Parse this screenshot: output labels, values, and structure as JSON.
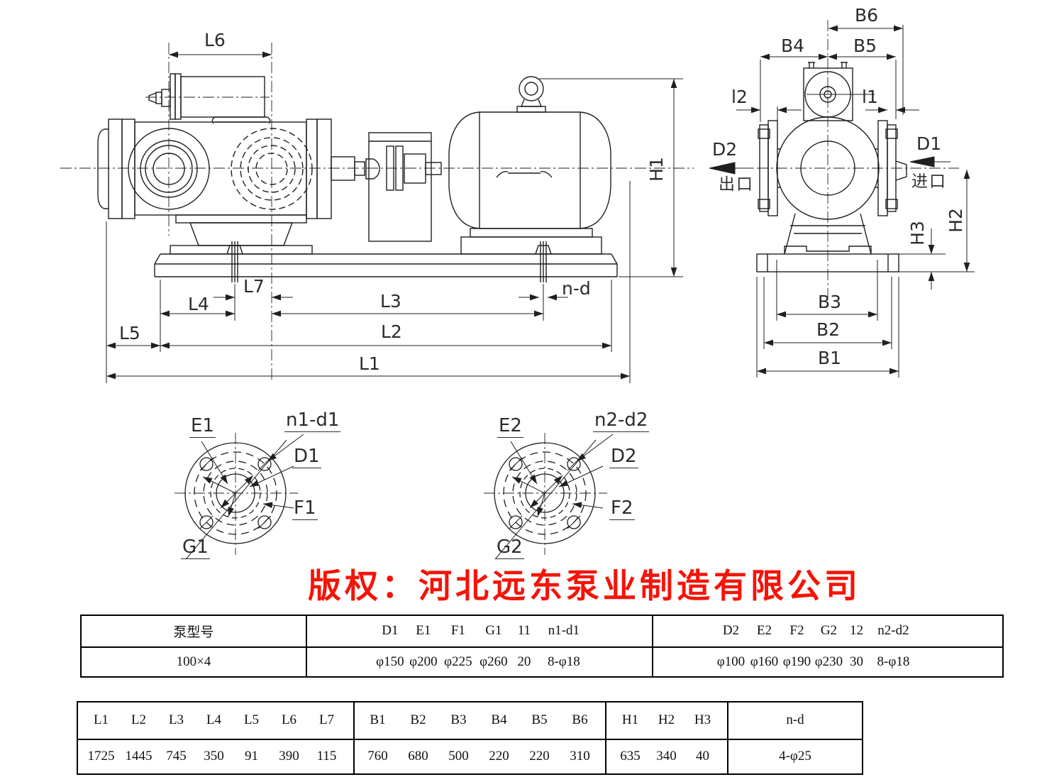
{
  "copyright_text": "版权：河北远东泵业制造有限公司",
  "colors": {
    "copyright_red": "#f41408",
    "line": "#1f1f1f"
  },
  "side_view": {
    "dims": {
      "L6": "L6",
      "H1": "H1",
      "L7": "L7",
      "L4": "L4",
      "L3": "L3",
      "nd": "n-d",
      "L5": "L5",
      "L2": "L2",
      "L1": "L1"
    }
  },
  "end_view": {
    "dims": {
      "B6": "B6",
      "B4": "B4",
      "B5": "B5",
      "l2": "l2",
      "l1": "l1",
      "D2": "D2",
      "D1": "D1",
      "H2": "H2",
      "H3": "H3",
      "B3": "B3",
      "B2": "B2",
      "B1": "B1"
    },
    "outlet": "出口",
    "inlet": "进口"
  },
  "flange1": {
    "E": "E1",
    "nd": "n1-d1",
    "D": "D1",
    "F": "F1",
    "G": "G1"
  },
  "flange2": {
    "E": "E2",
    "nd": "n2-d2",
    "D": "D2",
    "F": "F2",
    "G": "G2"
  },
  "table1": {
    "model_header": "泵型号",
    "model_value": "100×4",
    "group1": {
      "headers": [
        "D1",
        "E1",
        "F1",
        "G1",
        "11",
        "n1-d1"
      ],
      "values": [
        "φ150",
        "φ200",
        "φ225",
        "φ260",
        "20",
        "8-φ18"
      ]
    },
    "group2": {
      "headers": [
        "D2",
        "E2",
        "F2",
        "G2",
        "12",
        "n2-d2"
      ],
      "values": [
        "φ100",
        "φ160",
        "φ190",
        "φ230",
        "30",
        "8-φ18"
      ]
    }
  },
  "table2": {
    "group_l": {
      "headers": [
        "L1",
        "L2",
        "L3",
        "L4",
        "L5",
        "L6",
        "L7"
      ],
      "values": [
        "1725",
        "1445",
        "745",
        "350",
        "91",
        "390",
        "115"
      ]
    },
    "group_b": {
      "headers": [
        "B1",
        "B2",
        "B3",
        "B4",
        "B5",
        "B6"
      ],
      "values": [
        "760",
        "680",
        "500",
        "220",
        "220",
        "310"
      ]
    },
    "group_h": {
      "headers": [
        "H1",
        "H2",
        "H3"
      ],
      "values": [
        "635",
        "340",
        "40"
      ]
    },
    "group_nd": {
      "header": "n-d",
      "value": "4-φ25"
    }
  }
}
